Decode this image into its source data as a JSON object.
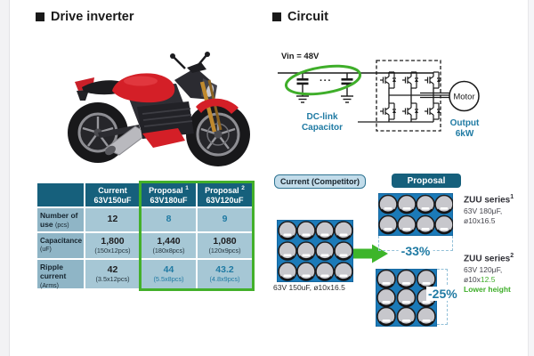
{
  "sections": {
    "left_title": "Drive inverter",
    "right_title": "Circuit"
  },
  "circuit": {
    "vin_label": "Vin = 48V",
    "dots": "···",
    "dc_link_line1": "DC-link",
    "dc_link_line2": "Capacitor",
    "motor_label": "Motor",
    "output_line1": "Output",
    "output_line2": "6kW"
  },
  "table": {
    "columns": [
      {
        "name": "Current",
        "sup": "",
        "spec": "63V150uF"
      },
      {
        "name": "Proposal",
        "sup": "1",
        "spec": "63V180uF"
      },
      {
        "name": "Proposal",
        "sup": "2",
        "spec": "63V120uF"
      }
    ],
    "rows": [
      {
        "label": "Number of use",
        "unit": "(pcs)",
        "cells": [
          {
            "value": "12",
            "sub": ""
          },
          {
            "value": "8",
            "sub": ""
          },
          {
            "value": "9",
            "sub": ""
          }
        ]
      },
      {
        "label": "Capacitance",
        "unit": "(uF)",
        "cells": [
          {
            "value": "1,800",
            "sub": "(150x12pcs)"
          },
          {
            "value": "1,440",
            "sub": "(180x8pcs)"
          },
          {
            "value": "1,080",
            "sub": "(120x9pcs)"
          }
        ]
      },
      {
        "label": "Ripple current",
        "unit": "(Arms)",
        "cells": [
          {
            "value": "42",
            "sub": "(3.5x12pcs)"
          },
          {
            "value": "44",
            "sub": "(5.5x8pcs)"
          },
          {
            "value": "43.2",
            "sub": "(4.8x9pcs)"
          }
        ]
      }
    ]
  },
  "comparison": {
    "current_badge": "Current (Competitor)",
    "proposal_badge": "Proposal",
    "current_caption": "63V 150uF, ø10x16.5",
    "current_grid": "4x3 (12 pcs)",
    "proposal1": {
      "grid": "4x2 (8 pcs)",
      "reduction": "-33%",
      "series_name": "ZUU series",
      "series_sup": "1",
      "spec_line1": "63V 180μF,",
      "spec_line2": "ø10x16.5"
    },
    "proposal2": {
      "grid": "3x3 (9 pcs)",
      "reduction": "-25%",
      "series_name": "ZUU series",
      "series_sup": "2",
      "spec_line1": "63V 120μF,",
      "spec_line2_prefix": "ø10x",
      "spec_line2_value": "12.5",
      "note": "Lower height"
    }
  },
  "colors": {
    "teal_dark": "#16607c",
    "teal_text": "#1f7aa3",
    "green_accent": "#3fae2a",
    "pcb_blue": "#1b7ab8",
    "table_cell": "#a6c7d5",
    "table_label_cell": "#8fb5c6"
  }
}
